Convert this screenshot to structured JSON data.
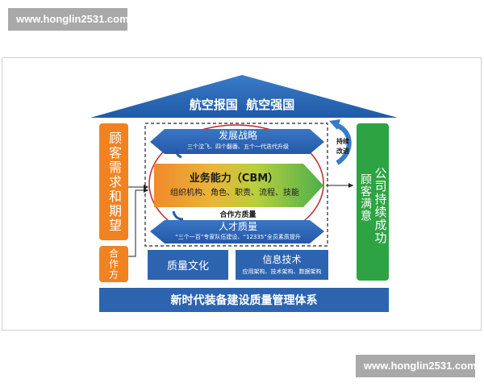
{
  "watermark": {
    "top_left": "www.honglin2531.com",
    "bottom_right": "www.honglin2531.com"
  },
  "roof": {
    "title": "航空报国  航空强国"
  },
  "left_pillar": {
    "label": "顾客需求和期望",
    "sub_label": "合作方"
  },
  "right_pillar": {
    "label": "公司持续成功",
    "sub_label": "顾客满意"
  },
  "top_arrow": {
    "title": "发展战略",
    "subtitle": "三个沈飞、四个翻番、五个一代迭代升级"
  },
  "core": {
    "title": "业务能力（CBM）",
    "subtitle": "组织机构、角色、职责、流程、技能"
  },
  "partner_quality": "合作方质量",
  "bottom_arrow": {
    "title": "人才质量",
    "subtitle": "“三个一百”专家队伍建设、“12335”全员素质提升"
  },
  "cycle": {
    "label_line1": "持续",
    "label_line2": "改进"
  },
  "quality_culture": "质量文化",
  "info_tech": {
    "title": "信息技术",
    "subtitle": "应用架构、技术架构、数据架构"
  },
  "foundation": {
    "title": "新时代装备建设质量管理体系"
  },
  "colors": {
    "blue": "#2d64b0",
    "orange": "#f08221",
    "green": "#2ea343",
    "roof": "#2b6cb8"
  }
}
